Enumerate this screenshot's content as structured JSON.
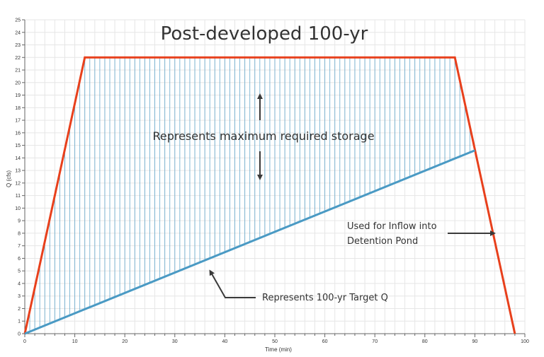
{
  "chart_data": {
    "type": "line",
    "title": "Post-developed 100-yr",
    "xlabel": "Time (min)",
    "ylabel": "Q (cfs)",
    "xlim": [
      0,
      100
    ],
    "ylim": [
      0,
      25
    ],
    "x_ticks": [
      0,
      10,
      20,
      30,
      40,
      50,
      60,
      70,
      80,
      90,
      100
    ],
    "y_ticks": [
      0,
      1,
      2,
      3,
      4,
      5,
      6,
      7,
      8,
      9,
      10,
      11,
      12,
      13,
      14,
      15,
      16,
      17,
      18,
      19,
      20,
      21,
      22,
      23,
      24,
      25
    ],
    "grid": true,
    "series": [
      {
        "color": "#e8401c",
        "x": [
          0,
          12,
          86,
          98
        ],
        "y": [
          0,
          22,
          22,
          0
        ]
      },
      {
        "color": "#4a9ac4",
        "x": [
          0,
          90
        ],
        "y": [
          0,
          14.6
        ]
      }
    ],
    "fill_between": {
      "color": "#4a9ac4",
      "x_step": 1
    },
    "annotations": [
      {
        "text": "Represents maximum required storage"
      },
      {
        "text": "Used for Inflow into"
      },
      {
        "text": "Detention Pond"
      },
      {
        "text": "Represents 100-yr Target Q"
      }
    ]
  }
}
